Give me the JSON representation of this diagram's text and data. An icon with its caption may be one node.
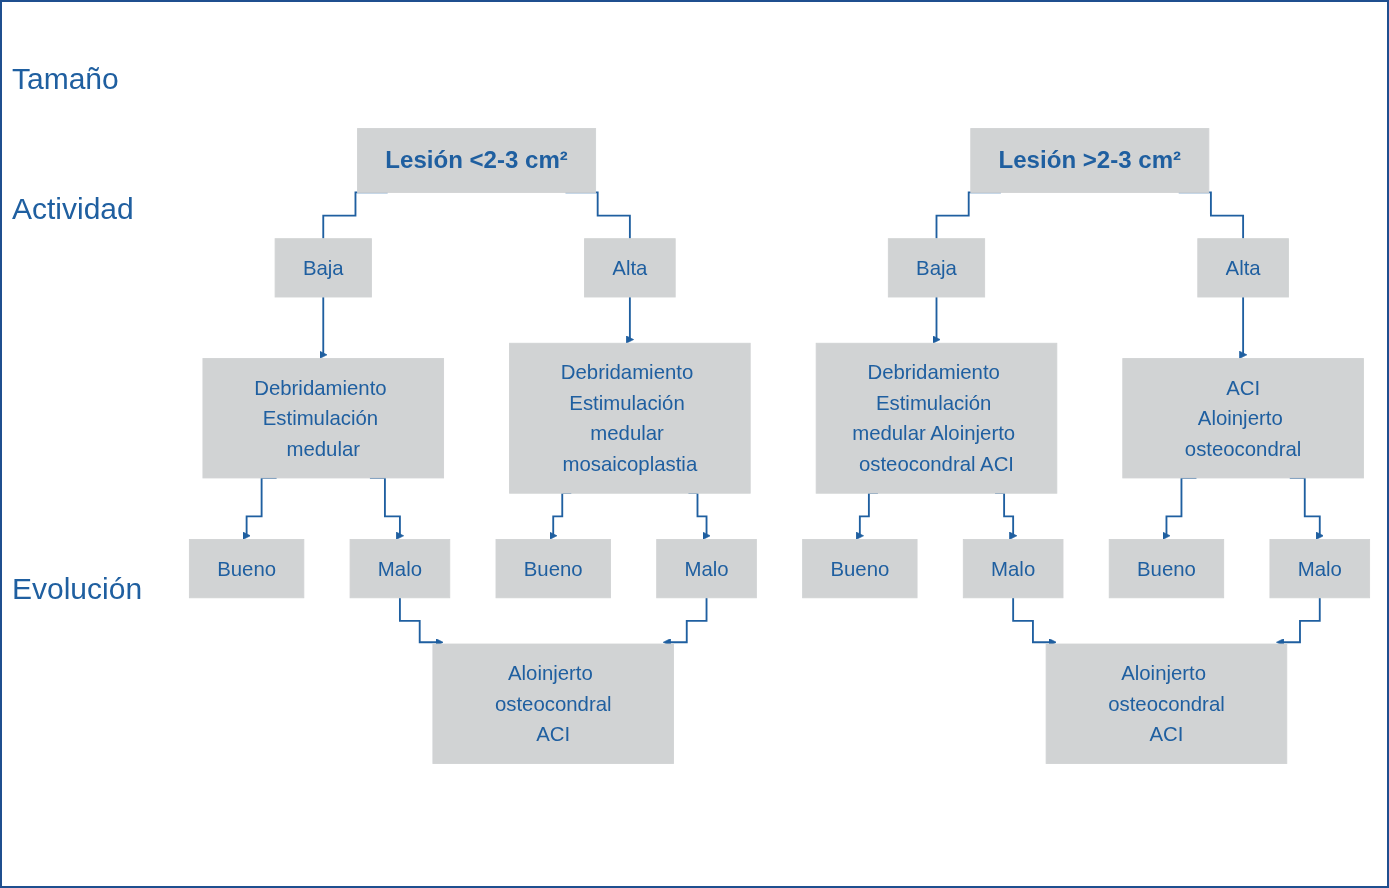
{
  "diagram": {
    "nodes": [
      {
        "text": [
          "Lesión <2-3 cm²"
        ]
      },
      {
        "text": [
          "Lesión >2-3 cm²"
        ]
      },
      {
        "text": [
          "Baja"
        ]
      },
      {
        "text": [
          "Alta"
        ]
      },
      {
        "text": [
          "Baja"
        ]
      },
      {
        "text": [
          "Alta"
        ]
      },
      {
        "text": [
          "Debridamiento Estimulación medular"
        ]
      },
      {
        "text": [
          "Debridamiento Estimulación medular mosaicoplastia"
        ]
      },
      {
        "text": [
          "Debridamiento Estimulación medular Aloinjerto osteocondral ACI"
        ]
      },
      {
        "text": [
          "ACI",
          "Aloinjerto osteocondral"
        ]
      },
      {
        "text": [
          "Bueno"
        ]
      },
      {
        "text": [
          "Malo"
        ]
      },
      {
        "text": [
          "Bueno"
        ]
      },
      {
        "text": [
          "Malo"
        ]
      },
      {
        "text": [
          "Bueno"
        ]
      },
      {
        "text": [
          "Malo"
        ]
      },
      {
        "text": [
          "Bueno"
        ]
      },
      {
        "text": [
          "Malo"
        ]
      },
      {
        "text": [
          "Aloinjerto osteocondral",
          "ACI"
        ]
      },
      {
        "text": [
          "Aloinjerto osteocondral",
          "ACI"
        ]
      }
    ],
    "edges": [
      {
        "from": 0,
        "to": 2,
        "arrow": "none"
      },
      {
        "from": 0,
        "to": 3,
        "arrow": "none"
      },
      {
        "from": 1,
        "to": 4,
        "arrow": "none"
      },
      {
        "from": 1,
        "to": 5,
        "arrow": "none"
      },
      {
        "from": 2,
        "to": 6,
        "arrow": "to"
      },
      {
        "from": 3,
        "to": 7,
        "arrow": "to"
      },
      {
        "from": 4,
        "to": 8,
        "arrow": "to"
      },
      {
        "from": 5,
        "to": 9,
        "arrow": "to"
      },
      {
        "from": 6,
        "to": 10,
        "arrow": "to"
      },
      {
        "from": 6,
        "to": 11,
        "arrow": "to"
      },
      {
        "from": 7,
        "to": 12,
        "arrow": "to"
      },
      {
        "from": 7,
        "to": 13,
        "arrow": "to"
      },
      {
        "from": 8,
        "to": 14,
        "arrow": "to"
      },
      {
        "from": 8,
        "to": 15,
        "arrow": "to"
      },
      {
        "from": 9,
        "to": 16,
        "arrow": "to"
      },
      {
        "from": 9,
        "to": 17,
        "arrow": "to"
      },
      {
        "from": 11,
        "to": 18,
        "arrow": "to"
      },
      {
        "from": 13,
        "to": 18,
        "arrow": "to"
      },
      {
        "from": 15,
        "to": 19,
        "arrow": "to"
      },
      {
        "from": 17,
        "to": 19,
        "arrow": "to"
      }
    ],
    "labels": [
      "Tamaño",
      "Actividad",
      "Evolución"
    ]
  }
}
